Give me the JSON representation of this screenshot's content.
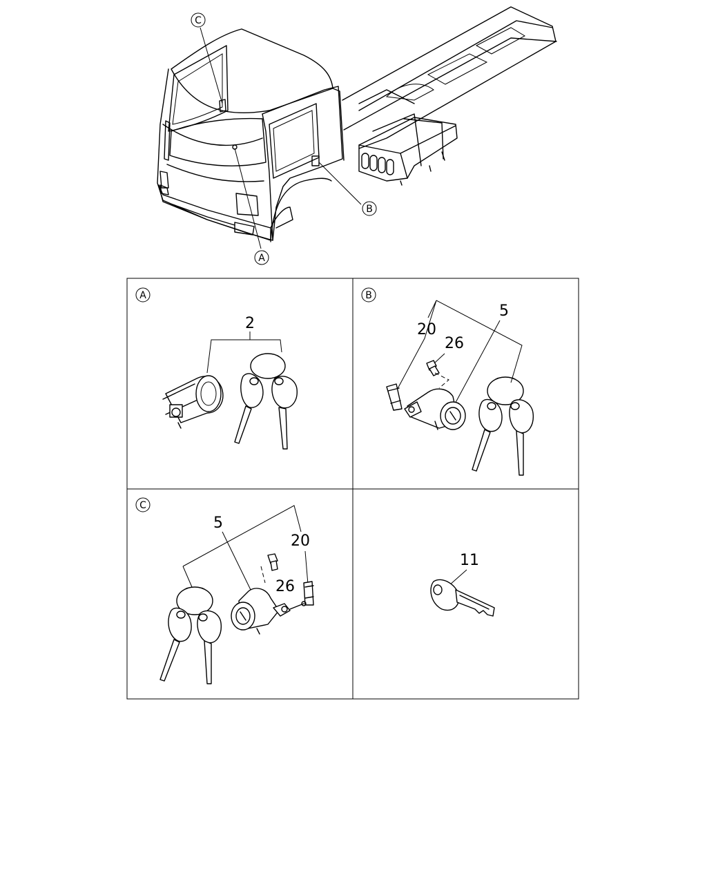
{
  "overview": {
    "callouts": [
      {
        "id": "A",
        "label": "A"
      },
      {
        "id": "B",
        "label": "B"
      },
      {
        "id": "C",
        "label": "C"
      }
    ]
  },
  "panels": [
    {
      "id": "A",
      "label": "A",
      "numbers": [
        "2"
      ]
    },
    {
      "id": "B",
      "label": "B",
      "numbers": [
        "20",
        "26",
        "5"
      ]
    },
    {
      "id": "C",
      "label": "C",
      "numbers": [
        "5",
        "20",
        "26"
      ]
    },
    {
      "id": "D",
      "label": "",
      "numbers": [
        "11"
      ]
    }
  ]
}
